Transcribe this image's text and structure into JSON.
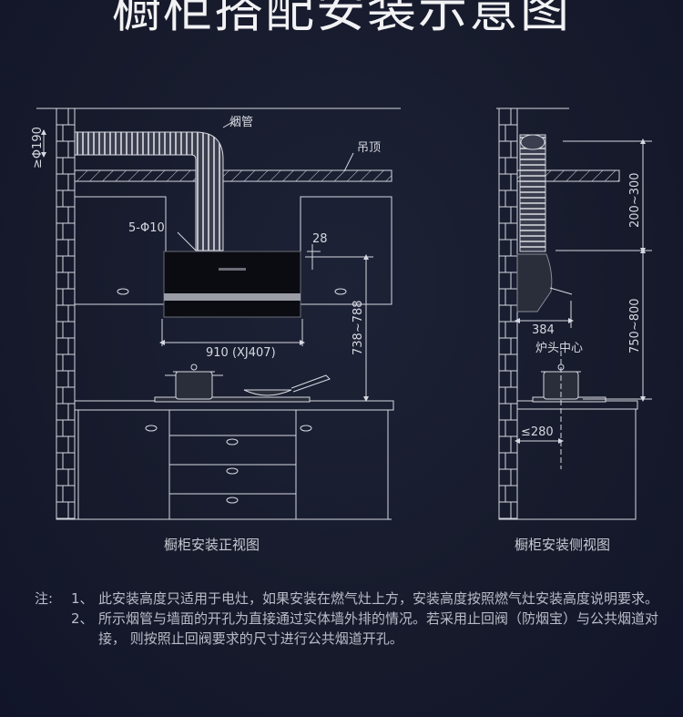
{
  "title": "橱柜搭配安装示意图",
  "labels": {
    "chimney": "烟管",
    "ceiling": "吊顶",
    "clearance_190": "≥Φ190",
    "holes": "5-Φ10",
    "gap_28": "28",
    "width_910": "910 (XJ407)",
    "height_738_788": "738~788",
    "side_200_300": "200~300",
    "side_750_800": "750~800",
    "side_384": "384",
    "burner_center": "炉头中心",
    "side_280": "≤280"
  },
  "captions": {
    "front": "橱柜安装正视图",
    "side": "橱柜安装侧视图"
  },
  "notes": {
    "prefix": "注:",
    "items": [
      {
        "num": "1、",
        "text": "此安装高度只适用于电灶，如果安装在燃气灶上方，安装高度按照燃气灶安装高度说明要求。"
      },
      {
        "num": "2、",
        "text": "所示烟管与墙面的开孔为直接通过实体墙外排的情况。若采用止回阀（防烟宝）与公共烟道对接， 则按照止回阀要求的尺寸进行公共烟道开孔。"
      }
    ]
  },
  "colors": {
    "line": "#d6d8e0",
    "background": "#161a2b"
  }
}
